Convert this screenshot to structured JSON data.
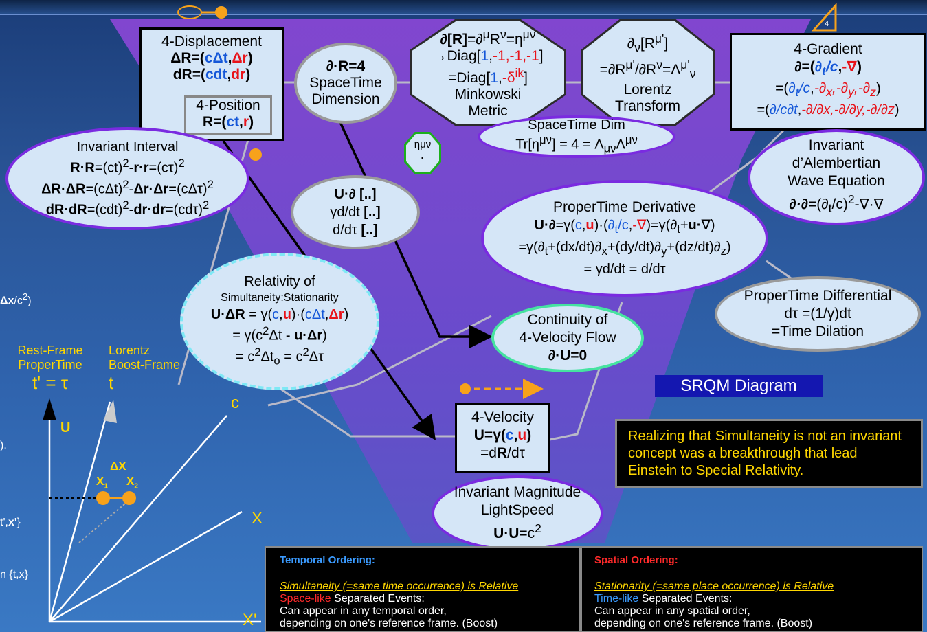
{
  "diagram_title": "SRQM Diagram",
  "displacement": {
    "title": "4-Displacement",
    "l1": "ΔR=(cΔt,Δr)",
    "l2": "dR=(cdt,dr)",
    "pos_title": "4-Position",
    "pos": "R=(ct,r)"
  },
  "dim": {
    "l1": "∂·R=4",
    "l2": "SpaceTime",
    "l3": "Dimension"
  },
  "metric": {
    "l1": "∂[R]=∂μRν=ημν",
    "l2": "→Diag[1,-1,-1,-1]",
    "l3": "=Diag[1,-δik]",
    "l4": "Minkowski",
    "l5": "Metric"
  },
  "lorentz": {
    "l1": "∂ν[Rμ']",
    "l2": "=∂Rμ'/∂Rν=Λμ'ν",
    "l3": "Lorentz",
    "l4": "Transform"
  },
  "gradient": {
    "title": "4-Gradient",
    "l1": "∂=(∂t/c,-∇)",
    "l2": "=(∂t/c,-∂x,-∂y,-∂z)",
    "l3": "=(∂/c∂t,-∂/∂x,-∂/∂y,-∂/∂z)"
  },
  "interval": {
    "title": "Invariant Interval",
    "l1": "R·R=(ct)2-r·r=(cτ)2",
    "l2": "ΔR·ΔR=(cΔt)2-Δr·Δr=(cΔτ)2",
    "l3": "dR·dR=(cdt)2-dr·dr=(cdτ)2"
  },
  "trace": {
    "l1": "SpaceTime Dim",
    "l2": "Tr[ημν] = 4 = ΛμνΛμν"
  },
  "eta": {
    "sym": "ημν",
    "dot": "·"
  },
  "dalembert": {
    "l1": "Invariant",
    "l2": "d’Alembertian",
    "l3": "Wave Equation",
    "l4": "∂·∂=(∂t/c)2-∇·∇"
  },
  "udel": {
    "l1": "U·∂ [..]",
    "l2": "γd/dt [..]",
    "l3": "d/dτ [..]"
  },
  "propder": {
    "title": "ProperTime Derivative",
    "l1": "U·∂=γ(c,u)·(∂t/c,-∇)=γ(∂t+u·∇)",
    "l2": "=γ(∂t+(dx/dt)∂x+(dy/dt)∂y+(dz/dt)∂z)",
    "l3": "= γd/dt = d/dτ"
  },
  "relsim": {
    "l1": "Relativity of",
    "l2": "Simultaneity:Stationarity",
    "l3": "U·ΔR = γ(c,u)·(cΔt,Δr)",
    "l4": "= γ(c2Δt - u·Δr)",
    "l5": "= c2Δto = c2Δτ"
  },
  "continuity": {
    "l1": "Continuity of",
    "l2": "4-Velocity Flow",
    "l3": "∂·U=0"
  },
  "ptdiff": {
    "title": "ProperTime Differential",
    "l1": "dτ =(1/γ)dt",
    "l2": "=Time Dilation"
  },
  "velocity": {
    "title": "4-Velocity",
    "l1": "U=γ(c,u)",
    "l2": "=dR/dτ"
  },
  "magnitude": {
    "l1": "Invariant Magnitude",
    "l2": "LightSpeed",
    "l3": "U·U=c2"
  },
  "note": "Realizing that Simultaneity is not an invariant concept was a breakthrough that lead Einstein to Special Relativity.",
  "corner_badge": "4",
  "spacetime": {
    "rest_l1": "Rest-Frame",
    "rest_l2": "ProperTime",
    "rest_eq": "t' = τ",
    "boost_l1": "Lorentz",
    "boost_l2": "Boost-Frame",
    "boost_t": "t",
    "c": "c",
    "u": "U",
    "dx": "ΔX",
    "x1": "X1",
    "x2": "X2",
    "x": "X",
    "xp": "X'"
  },
  "left_fragments": {
    "a": "Δx/c2)",
    "b": ").",
    "c": "t',x'}",
    "d": "n {t,x}"
  },
  "temporal": {
    "title": "Temporal Ordering:",
    "l1": "Simultaneity (=same time occurrence) is Relative",
    "l2a": "Space-like",
    "l2b": " Separated Events:",
    "l3": "Can appear in any temporal order,",
    "l4": "depending on one's reference frame. (Boost)"
  },
  "spatial": {
    "title": "Spatial Ordering:",
    "l1": "Stationarity (=same place occurrence) is Relative",
    "l2a": "Time-like",
    "l2b": " Separated Events:",
    "l3": "Can appear in any spatial order,",
    "l4": "depending on one's reference frame. (Boost)"
  },
  "colors": {
    "purple": "#7a2be0",
    "box": "#d5e6f7",
    "yellow": "#ffd700",
    "orange": "#f7a21b"
  }
}
